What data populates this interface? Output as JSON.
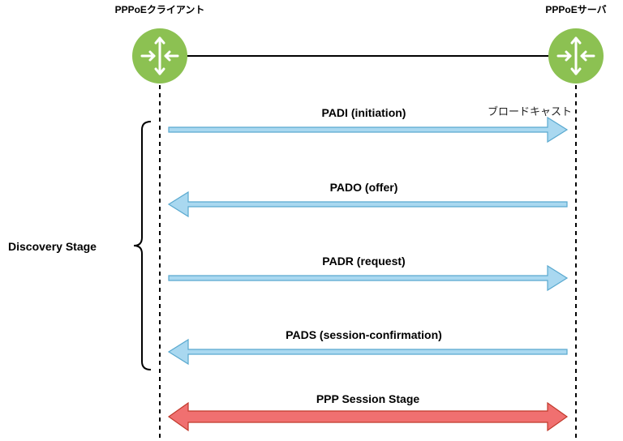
{
  "nodes": {
    "client": {
      "label": "PPPoEクライアント",
      "icon": "router-icon"
    },
    "server": {
      "label": "PPPoEサーバ",
      "icon": "router-icon"
    }
  },
  "stage_label": "Discovery Stage",
  "messages": [
    {
      "label": "PADI (initiation)",
      "direction": "right"
    },
    {
      "label": "PADO (offer)",
      "direction": "left"
    },
    {
      "label": "PADR (request)",
      "direction": "right"
    },
    {
      "label": "PADS (session-confirmation)",
      "direction": "left"
    }
  ],
  "broadcast_note": "ブロードキャスト",
  "session": {
    "label": "PPP Session Stage",
    "direction": "both"
  },
  "colors": {
    "router_fill": "#8cc152",
    "message_arrow_fill": "#a9d8f0",
    "message_arrow_stroke": "#5aa9cf",
    "session_arrow_fill": "#f07070",
    "session_arrow_stroke": "#c0392b",
    "line": "#000000"
  }
}
